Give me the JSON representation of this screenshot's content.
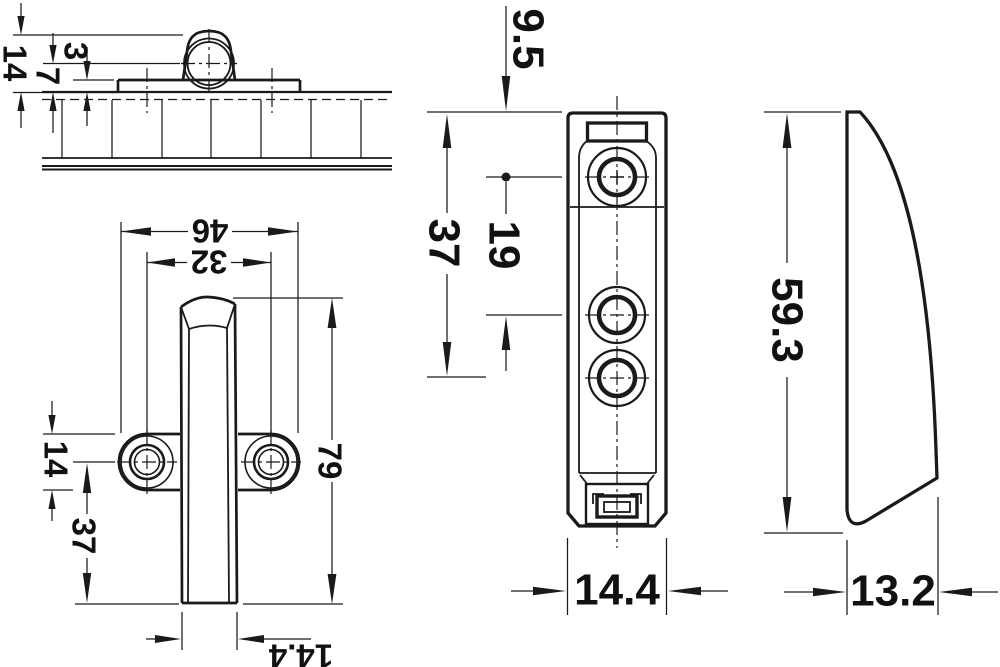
{
  "drawing": {
    "colors": {
      "line": "#1a1a1a",
      "text": "#111111",
      "background": "#ffffff"
    },
    "dimensions": {
      "side_section": {
        "overall_height": "14",
        "pivot_height": "7",
        "plate_thickness": "3"
      },
      "handle_front": {
        "rosette_width": "46",
        "screw_spacing": "32",
        "handle_length": "79",
        "rosette_height": "14",
        "screw_to_end": "37",
        "grip_width": "14.4"
      },
      "strike_front": {
        "top_to_hole1": "9.5",
        "hole1_to_hole2": "19",
        "top_to_hole3": "37",
        "width": "14.4"
      },
      "strike_side": {
        "height": "59.3",
        "depth": "13.2"
      }
    }
  }
}
